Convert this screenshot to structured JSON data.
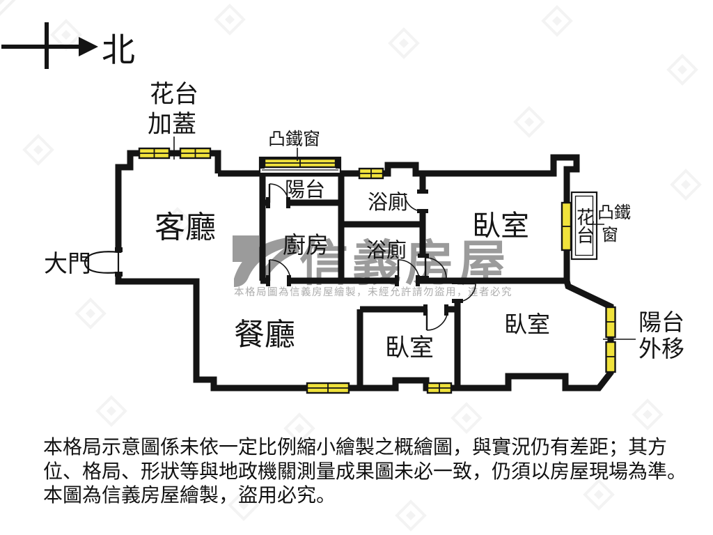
{
  "colors": {
    "wall": "#141414",
    "window_fill": "#F0E23C",
    "watermark_gray": "#9B9B9B",
    "background": "#FFFFFF"
  },
  "compass": {
    "north": "北"
  },
  "rooms": {
    "living": "客廳",
    "dining": "餐廳",
    "kitchen": "廚房",
    "balcony": "陽台",
    "bath_upper": "浴廁",
    "bath_lower": "浴廁",
    "bedroom_top_right": "臥室",
    "bedroom_middle": "臥室",
    "bedroom_bottom_right": "臥室"
  },
  "annotations": {
    "main_door": "大門",
    "flower_stand_cover": [
      "花台",
      "加蓋"
    ],
    "protruding_iron_window_top": "凸鐵窗",
    "flower_stand_box": "花台",
    "protruding_iron_window_right": [
      "凸鐵",
      "窗"
    ],
    "balcony_extended": [
      "陽台",
      "外移"
    ]
  },
  "watermark": {
    "brand": "信義房屋",
    "notice": "本格局圖為信義房屋繪製，未經允許請勿盜用，違者必究"
  },
  "disclaimer": [
    "本格局示意圖係未依一定比例縮小繪製之概繪圖，與實況仍有差距；其方",
    "位、格局、形狀等與地政機關測量成果圖未必一致，仍須以房屋現場為準。",
    "本圖為信義房屋繪製，盜用必究。"
  ]
}
